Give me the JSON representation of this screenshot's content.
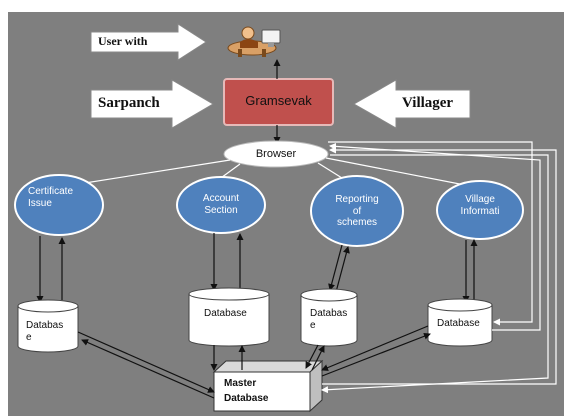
{
  "arrows": {
    "user_with": "User with",
    "sarpanch": "Sarpanch",
    "villager": "Villager"
  },
  "gramsevak": "Gramsevak",
  "browser": "Browser",
  "processes": {
    "certificate": [
      "Certificate",
      "Issue"
    ],
    "account": [
      "Account",
      "Section"
    ],
    "reporting": [
      "Reporting",
      "of",
      "schemes"
    ],
    "village": [
      "Village",
      "Informati"
    ]
  },
  "databases": {
    "db1": [
      "Databas",
      "e"
    ],
    "db2": [
      "Database"
    ],
    "db3": [
      "Databas",
      "e"
    ],
    "db4": [
      "Database"
    ]
  },
  "master": [
    "Master",
    "Database"
  ],
  "colors": {
    "background": "#7f7f7f",
    "process_fill": "#4f81bd",
    "gramsevak_fill": "#c0504d",
    "gramsevak_border": "#e6b9b8",
    "user_icon": "person-at-desk-icon"
  }
}
